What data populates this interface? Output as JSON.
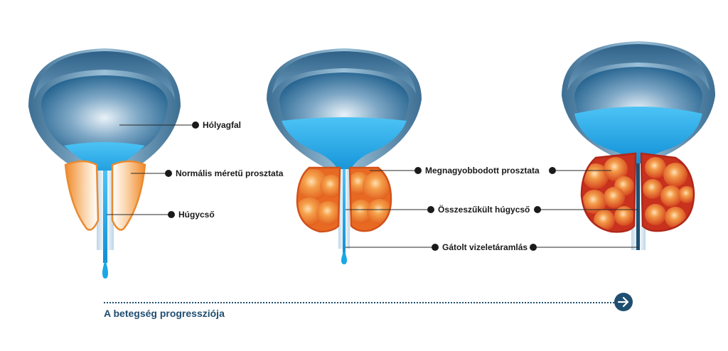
{
  "labels": {
    "bladder_wall": "Hólyagfal",
    "normal_prostate": "Normális méretű prosztata",
    "urethra": "Húgycső",
    "enlarged_prostate": "Megnagyobbodott prosztata",
    "narrowed_urethra": "Összeszűkült húgycső",
    "blocked_flow": "Gátolt vizeletáramlás"
  },
  "progression": {
    "caption": "A betegség progressziója"
  },
  "colors": {
    "bladder_outer": "#5d8fb0",
    "bladder_dark": "#2a6f9c",
    "urine": "#1aa7e6",
    "prostate_normal": "#f2a25a",
    "prostate_enlarged": "#e05a1e",
    "prostate_blocked": "#c8311e",
    "caption": "#1f4e70",
    "dot": "#1a1a1a"
  }
}
